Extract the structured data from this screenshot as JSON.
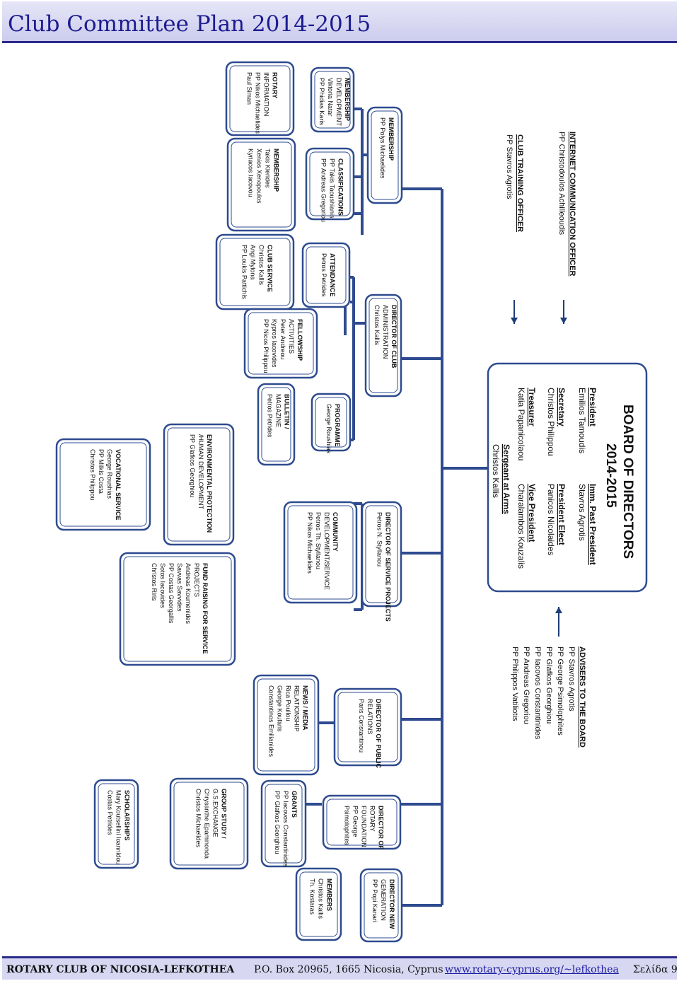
{
  "page": {
    "title": "Club Committee Plan 2014-2015",
    "footer": {
      "club": "ROTARY CLUB OF NICOSIA-LEFKOTHEA",
      "address": "P.O. Box 20965, 1665 Nicosia, Cyprus",
      "website": "www.rotary-cyprus.org/~lefkothea",
      "page_label": "Σελίδα 9"
    }
  },
  "board": {
    "title_line1": "BOARD OF DIRECTORS",
    "title_line2": "2014-2015",
    "roles": [
      {
        "role": "President",
        "name": "Emilios Tamoudis"
      },
      {
        "role": "Imm. Past President",
        "name": "Stavros Agrotis"
      },
      {
        "role": "Secretary",
        "name": "Christos Philippou"
      },
      {
        "role": "President Elect",
        "name": "Panicos Nicolaides"
      },
      {
        "role": "Treasurer",
        "name": "Katia Papanicolaou"
      },
      {
        "role": "Vice President",
        "name": "Charalambos Kouzalis"
      },
      {
        "role": "Sergeant at Arms",
        "name": "Christos Kallis"
      }
    ]
  },
  "officers": {
    "internet": {
      "title": "INTERNET COMMUNICATION OFFICER",
      "name": "PP Christodoulos Achilleoudis"
    },
    "training": {
      "title": "CLUB TRAINING OFFICER",
      "name": "PP Stavros Agrotis"
    }
  },
  "advisers": {
    "title": "ADVISERS TO THE BOARD",
    "names": [
      "PP Stavros Agrotis",
      "PP George Psimolophites",
      "PP Glafkos Georghiou",
      "PP Iacovos Constantinides",
      "PP Andreas Gregoriou",
      "PP Philippos Vatiliotis"
    ]
  },
  "committees": {
    "membership_dev": {
      "lines": [
        "MEMBERSHIP",
        "DEVELOPMENT",
        "Viktoria Natar",
        "PP Phidias Karis"
      ]
    },
    "rotary_info": {
      "lines": [
        "ROTARY",
        "INFORMATION",
        "PP Nikos Michaelides",
        "Paul Siman"
      ]
    },
    "membership": {
      "lines": [
        "MEMBERSHIP",
        "PP Polys Michaelides"
      ]
    },
    "classifications": {
      "lines": [
        "CLASSIFICATIONS",
        "PP Takis Taoushianis",
        "PP Andreas Gregoriou"
      ]
    },
    "membership2": {
      "lines": [
        "MEMBERSHIP",
        "Takis Klerides",
        "Xenios Xenopoulos",
        "Kyriacos Iacovou"
      ]
    },
    "attendance": {
      "lines": [
        "ATTENDANCE",
        "Petros Petrides"
      ]
    },
    "club_service": {
      "lines": [
        "CLUB SERVICE",
        "Christos Kallis",
        "Angi Mylona",
        "PP Loukis Pattichis"
      ]
    },
    "director_club_admin": {
      "lines": [
        "DIRECTOR OF CLUB",
        "ADMINISTRATION",
        "Christos Kallis"
      ]
    },
    "fellowship": {
      "lines": [
        "FELLOWSHIP",
        "ACTIVITIES",
        "Peter Andreou",
        "Kypros Iacovides",
        "PP Nicos Philippou"
      ]
    },
    "programme": {
      "lines": [
        "PROGRAMME",
        "George Roushias"
      ]
    },
    "bulletin": {
      "lines": [
        "BULLETIN /",
        "MAGAZINE",
        "Petros Petrides"
      ]
    },
    "vocational": {
      "lines": [
        "VOCATIONAL SERVICE",
        "George Roushias",
        "PP Milkis Costa",
        "Christos Philippou"
      ]
    },
    "environmental": {
      "lines": [
        "ENVIRONMENTAL PROTECTION",
        "/HUMAN DEVELOPMENT",
        "PP Glafkos Georghiou"
      ]
    },
    "director_service": {
      "lines": [
        "DIRECTOR OF SERVICE PROJECTS",
        "Petros N. Styllanou"
      ]
    },
    "community": {
      "lines": [
        "COMMUNITY",
        "DEVELOPMENT/SERVICE",
        "Petros Th. Styllanou",
        "PP Nikos Michaelides"
      ]
    },
    "fund_raising": {
      "lines": [
        "FUND RAISING FOR SERVICE",
        "PROJECTS",
        "Andreas Koumenides",
        "Savvas Savvides",
        "PP Costas Georgallis",
        "Sotos Iacovides",
        "Christos Riris"
      ]
    },
    "director_pr": {
      "lines": [
        "DIRECTOR OF PUBLIC",
        "RELATIONS",
        "Paris Constantinou"
      ]
    },
    "news_media": {
      "lines": [
        "NEWS / MEDIA",
        "RELATIONSHIP",
        "Rica Poullou",
        "George Koufaris",
        "Constantinos Emilianides"
      ]
    },
    "director_rf": {
      "lines": [
        "DIRECTOR OF",
        "ROTARY",
        "FOUNDATION",
        "PP George",
        "Psimolophites"
      ]
    },
    "grants": {
      "lines": [
        "GRANTS",
        "PP Iacovos Constantinides",
        "PP Glafkos Georghiou"
      ]
    },
    "group_study": {
      "lines": [
        "GROUP STUDY /",
        "G.S.EXCHANGE",
        "Chrysanthe Epaminonda",
        "Christos Michaelides"
      ]
    },
    "scholarships": {
      "lines": [
        "SCHOLARSHIPS",
        "Mary Koutsellini Ioannidou",
        "Costas Petrides"
      ]
    },
    "director_new_gen": {
      "lines": [
        "DIRECTOR NEW",
        "GENERATION",
        "PP Popi Kanari"
      ]
    },
    "members": {
      "lines": [
        "MEMBERS",
        "Christos Kallis",
        "Th. Kostaras"
      ]
    }
  },
  "colors": {
    "accent": "#2e4b8f",
    "title": "#1c1c90",
    "header_bg": "#dcdcf4"
  }
}
